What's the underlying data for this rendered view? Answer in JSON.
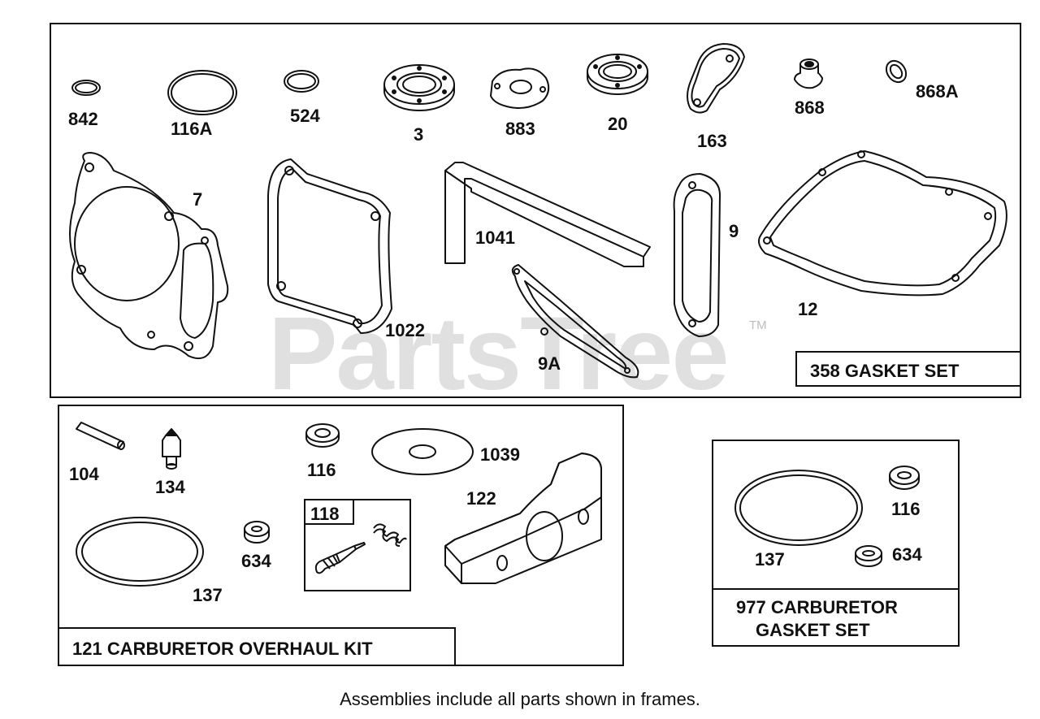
{
  "watermark": {
    "text": "PartsTree",
    "tm": "TM"
  },
  "caption": "Assemblies include all parts shown in frames.",
  "frames": {
    "gasket_set": {
      "title": "358 GASKET SET"
    },
    "overhaul_kit": {
      "title": "121 CARBURETOR OVERHAUL KIT",
      "sub_title": "118"
    },
    "carb_gasket_set": {
      "title_line1": "977 CARBURETOR",
      "title_line2": "GASKET SET"
    }
  },
  "parts": {
    "p842": "842",
    "p116A": "116A",
    "p524": "524",
    "p3": "3",
    "p883": "883",
    "p20": "20",
    "p163": "163",
    "p868": "868",
    "p868A": "868A",
    "p7": "7",
    "p1041": "1041",
    "p9": "9",
    "p1022": "1022",
    "p12": "12",
    "p9A": "9A",
    "p104": "104",
    "p134": "134",
    "p116": "116",
    "p1039": "1039",
    "p122": "122",
    "p634": "634",
    "p137": "137",
    "c116": "116",
    "c137": "137",
    "c634": "634"
  }
}
